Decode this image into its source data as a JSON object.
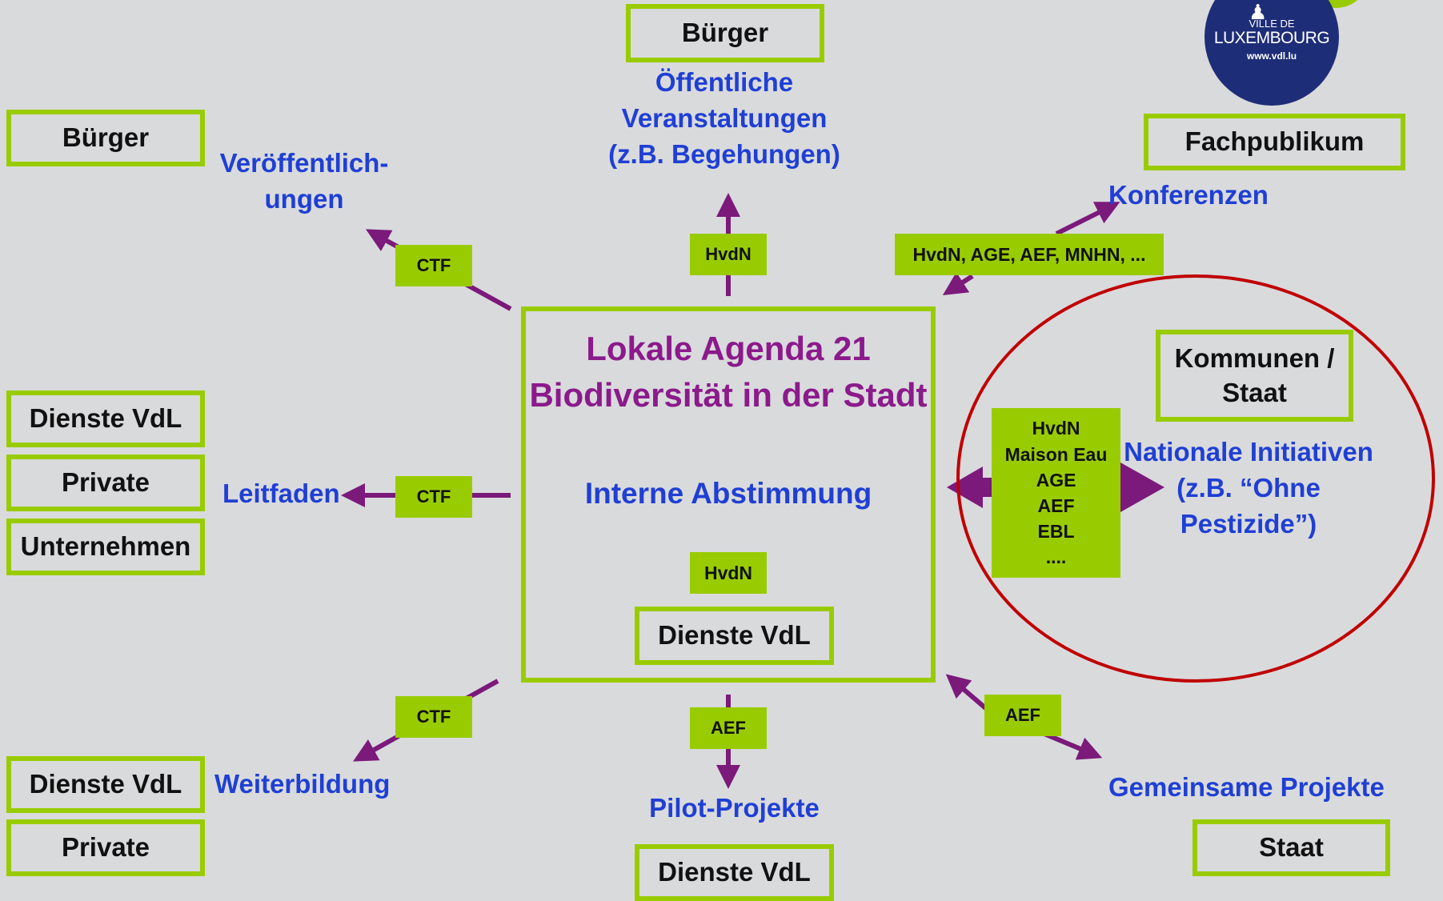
{
  "logo": {
    "line1": "VILLE DE",
    "line2": "LUXEMBOURG",
    "line3": "www.vdl.lu"
  },
  "center": {
    "title_line1": "Lokale Agenda 21",
    "title_line2": "Biodiversität in der Stadt",
    "subtitle": "Interne Abstimmung",
    "tag": "HvdN",
    "box": "Dienste VdL"
  },
  "top": {
    "audience": "Bürger",
    "text_line1": "Öffentliche",
    "text_line2": "Veranstaltungen",
    "text_line3": "(z.B. Begehungen)",
    "tag": "HvdN"
  },
  "top_left": {
    "audience": "Bürger",
    "text_line1": "Veröffentlich-",
    "text_line2": "ungen",
    "tag": "CTF"
  },
  "top_right": {
    "audience": "Fachpublikum",
    "text": "Konferenzen",
    "tag": "HvdN, AGE, AEF, MNHN, ..."
  },
  "left": {
    "audiences": [
      "Dienste VdL",
      "Private",
      "Unternehmen"
    ],
    "text": "Leitfaden",
    "tag": "CTF"
  },
  "right": {
    "audience_line1": "Kommunen /",
    "audience_line2": "Staat",
    "text_line1": "Nationale Initiativen",
    "text_line2": "(z.B. “Ohne",
    "text_line3": "Pestizide”)",
    "partners": [
      "HvdN",
      "Maison Eau",
      "AGE",
      "AEF",
      "EBL",
      "...."
    ]
  },
  "bottom_left": {
    "audiences": [
      "Dienste VdL",
      "Private"
    ],
    "text": "Weiterbildung",
    "tag": "CTF"
  },
  "bottom": {
    "audience": "Dienste VdL",
    "text": "Pilot-Projekte",
    "tag": "AEF"
  },
  "bottom_right": {
    "audience": "Staat",
    "text": "Gemeinsame Projekte",
    "tag": "AEF"
  },
  "colors": {
    "background": "#d9dadc",
    "box_border": "#99cc00",
    "tag_fill": "#99cc00",
    "arrow": "#7b1a7b",
    "title": "#8b1a8b",
    "label_text": "#1f3fd4",
    "ellipse": "#c00000",
    "logo": "#1e2d78"
  }
}
